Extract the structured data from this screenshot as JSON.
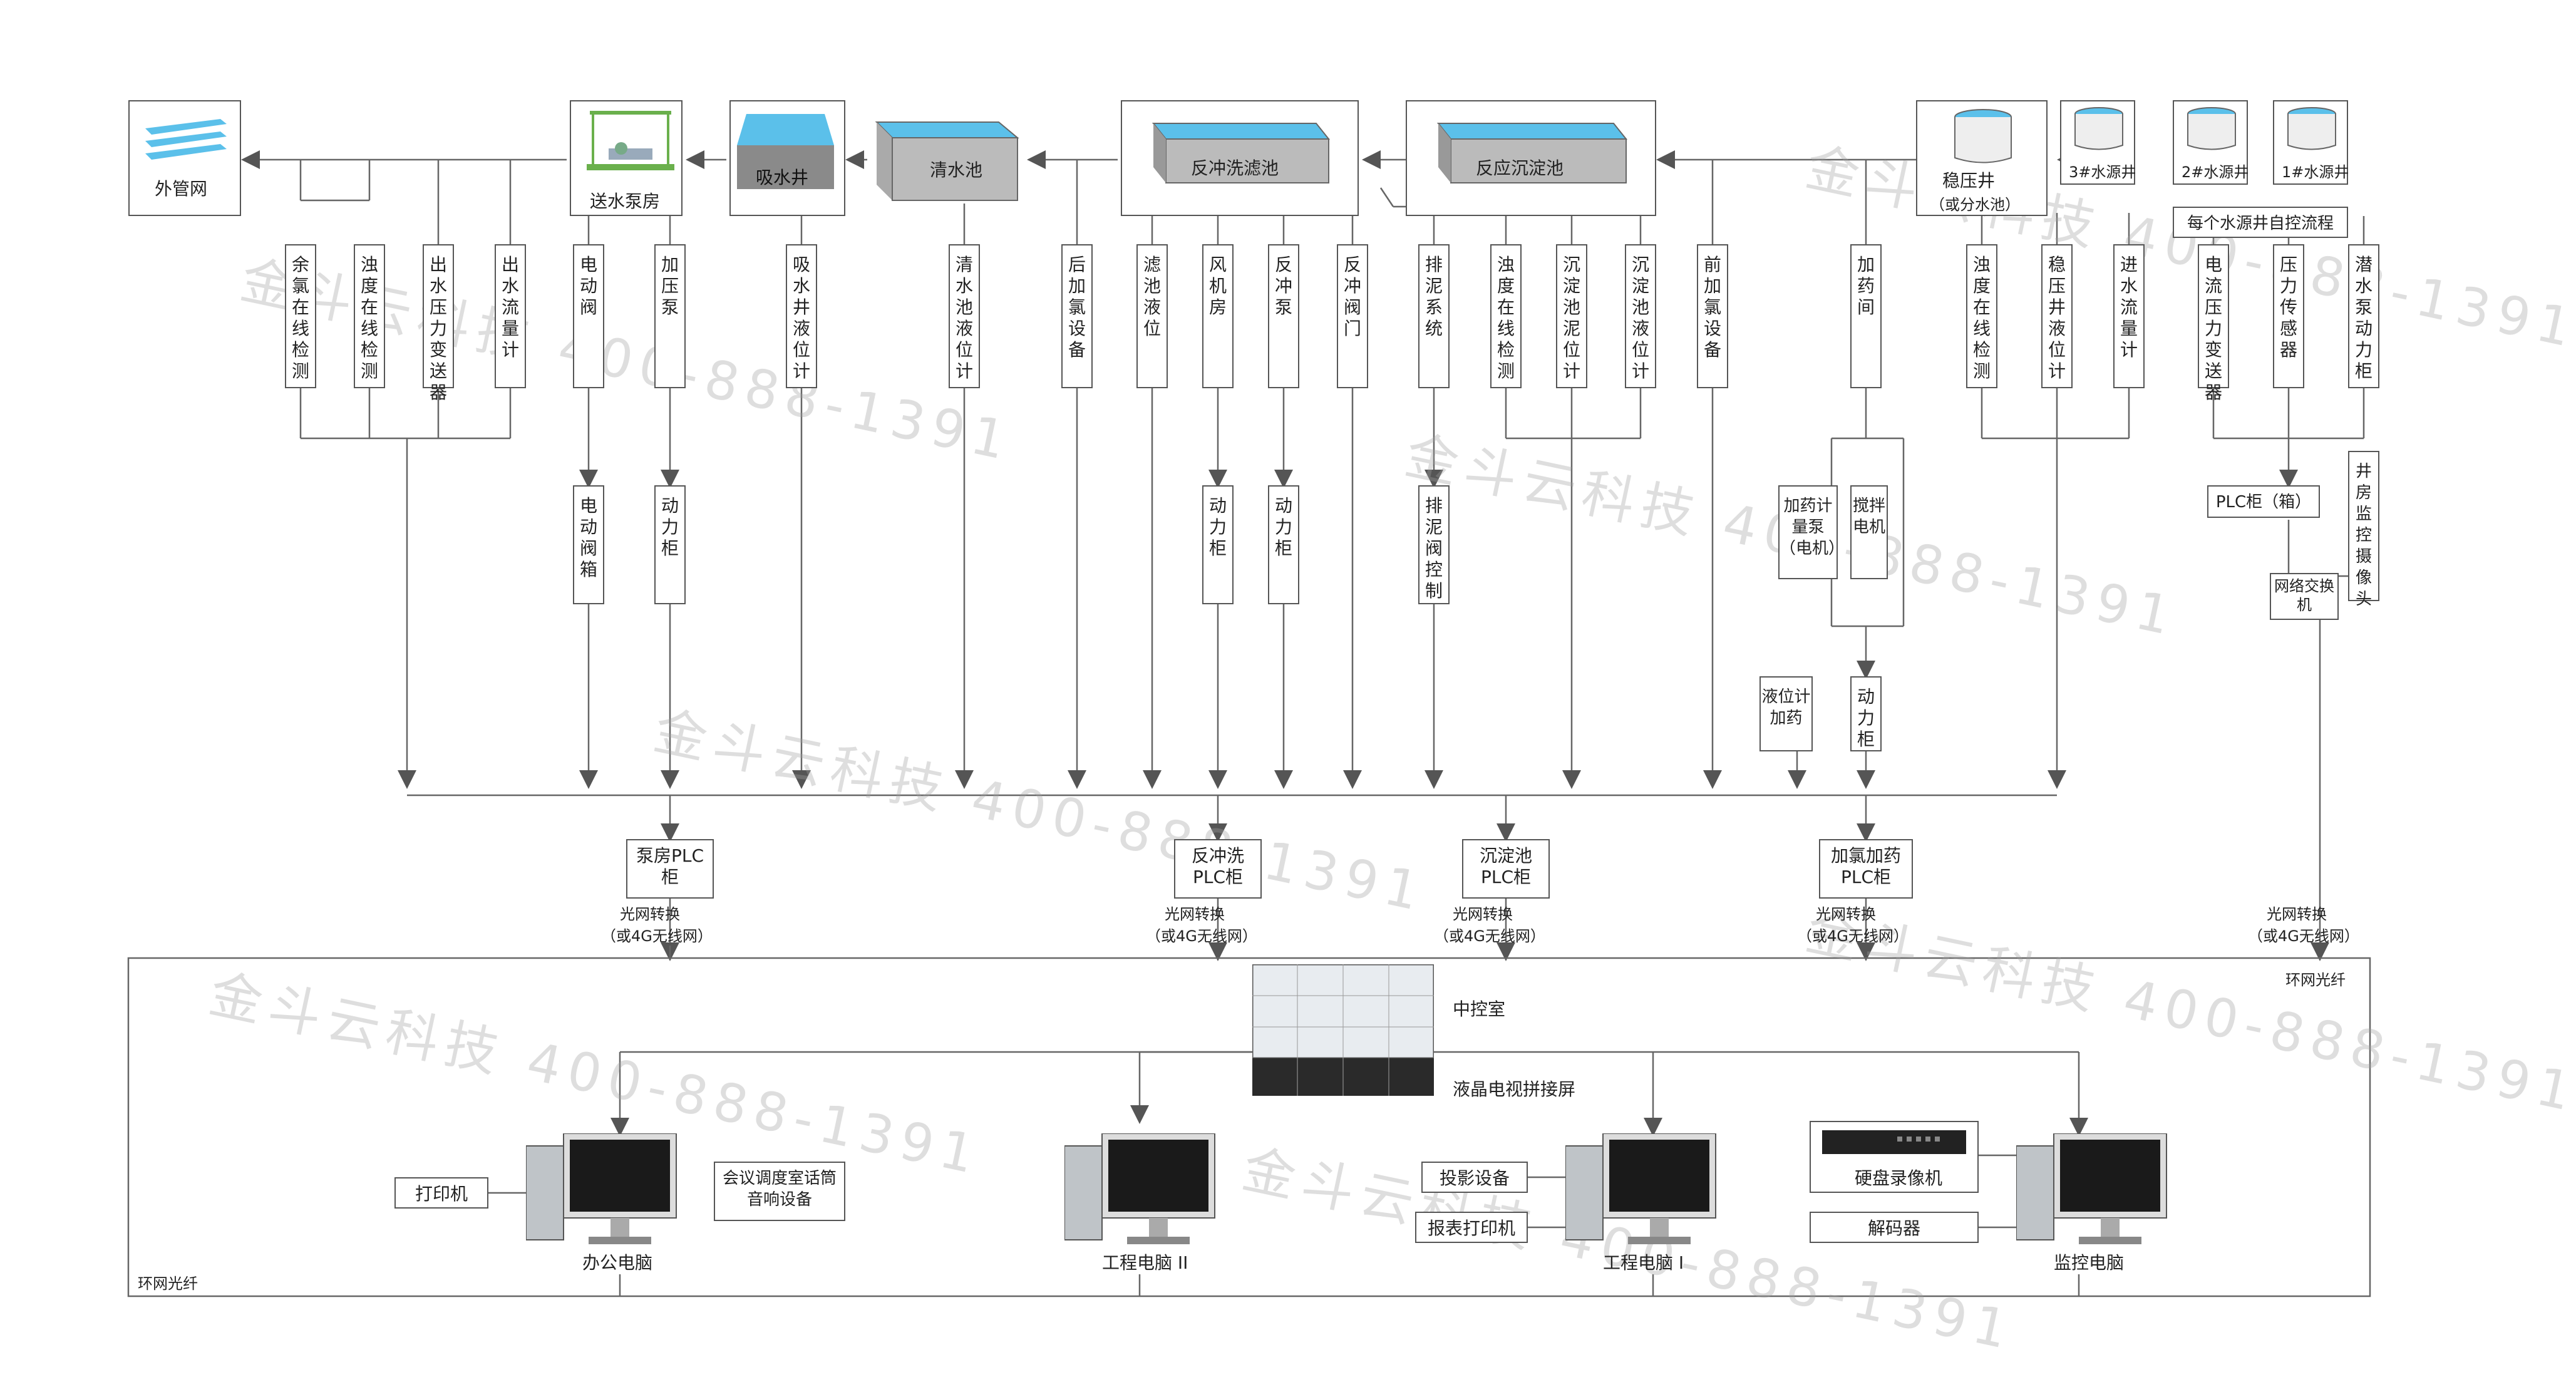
{
  "facilities": {
    "outer_network": "外管网",
    "pump_room": "送水泵房",
    "suction_well": "吸水井",
    "clear_water_tank": "清水池",
    "backwash_filter": "反冲洗滤池",
    "sedimentation_tank": "反应沉淀池",
    "stabilizing_well": "稳压井",
    "stabilizing_well_sub": "（或分水池）",
    "well_3": "3#水源井",
    "well_2": "2#水源井",
    "well_1": "1#水源井",
    "per_well_header": "每个水源井自控流程"
  },
  "sensors": {
    "residual_chlorine": "余氯在线检测",
    "turbidity_online": "浊度在线检测",
    "outlet_pressure": "出水压力变送器",
    "outlet_flow": "出水流量计",
    "pump_motor_valve": "电动阀",
    "pump_pressure": "加压泵",
    "suction_level": "吸水井液位计",
    "clear_level": "清水池液位计",
    "post_chlorine": "后加氯设备",
    "filter_level": "滤池液位",
    "fan_room": "风机房",
    "backwash_pump": "反冲泵",
    "backwash_valve": "反冲阀门",
    "sludge_system": "排泥系统",
    "sed_turbidity": "浊度在线检测",
    "sed_sludge_level": "沉淀池泥位计",
    "sed_level": "沉淀池液位计",
    "pre_chlorine": "前加氯设备",
    "dosing_room": "加药间",
    "stab_turbidity": "浊度在线检测",
    "stab_level": "稳压井液位计",
    "inlet_flow": "进水流量计",
    "well_pressure": "电流压力变送器",
    "well_pressure_sensor": "压力传感器",
    "well_pump_cabinet": "潜水泵动力柜"
  },
  "lower_devices": {
    "pump_valve_box": "电动阀箱",
    "power_cabinet_1": "动力柜",
    "power_cabinet_2": "动力柜",
    "power_cabinet_3": "动力柜",
    "sludge_valve": "排泥阀控制",
    "dosing_metering": "加药计量泵（电机）",
    "dosing_mixer": "搅拌电机",
    "dosing_level": "液位计加药",
    "dosing_power": "动力柜",
    "well_plc": "PLC柜（箱）",
    "well_camera": "井房监控摄像头",
    "network_switch": "网络交换机"
  },
  "plc": {
    "pump_room": "泵房PLC柜",
    "backwash": "反冲洗PLC柜",
    "sedimentation": "沉淀池PLC柜",
    "dosing": "加氯加药PLC柜"
  },
  "converters": {
    "line1": "光网转换",
    "line2": "（或4G无线网）"
  },
  "control_room": {
    "ring_fiber_top": "环网光纤",
    "ring_fiber_bottom": "环网光纤",
    "central_control": "中控室",
    "video_wall": "液晶电视拼接屏",
    "office_pc": "办公电脑",
    "printer": "打印机",
    "meeting_audio": "会议调度室话筒音响设备",
    "engineer_pc_2": "工程电脑 II",
    "engineer_pc_1": "工程电脑 I",
    "projector": "投影设备",
    "report_printer": "报表打印机",
    "monitor_pc": "监控电脑",
    "dvr": "硬盘录像机",
    "decoder": "解码器"
  },
  "watermark": "金斗云科技 400-888-1391",
  "colors": {
    "line": "#555555",
    "water": "#5bc0ea",
    "tank_gray": "#8a8a8a",
    "screen": "#1a1a1a"
  }
}
